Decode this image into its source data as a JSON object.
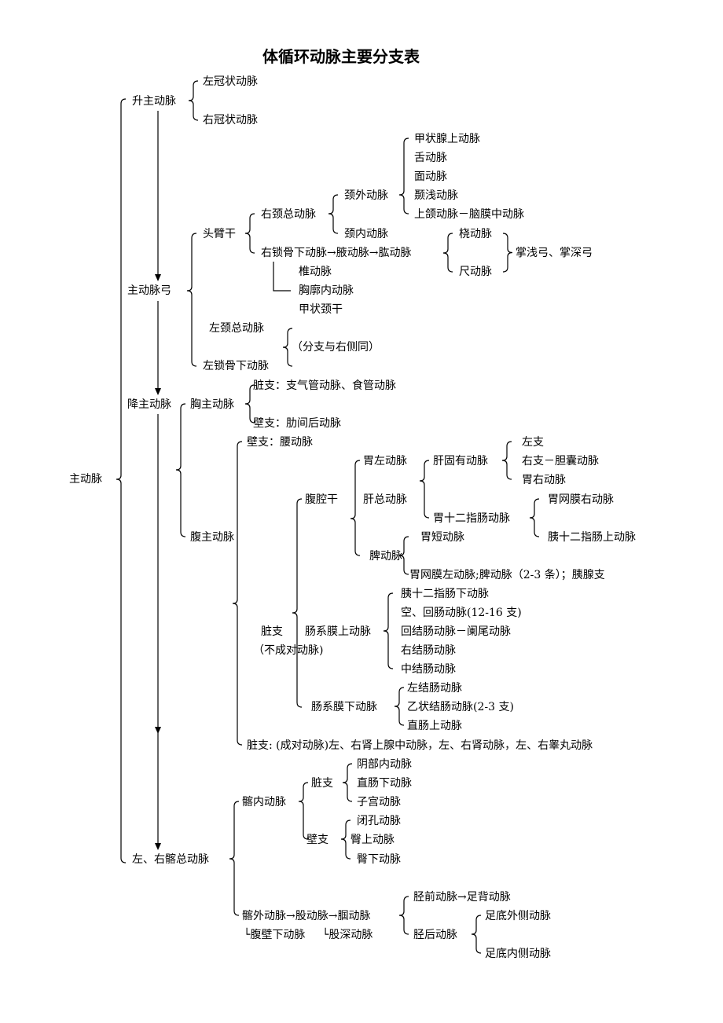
{
  "title": "体循环动脉主要分支表",
  "root": "主动脉",
  "ascending": {
    "label": "升主动脉",
    "branches": [
      "左冠状动脉",
      "右冠状动脉"
    ]
  },
  "arch": {
    "label": "主动脉弓",
    "brachiocephalic": "头臂干",
    "right_common_carotid": "右颈总动脉",
    "external_carotid": "颈外动脉",
    "external_branches": [
      "甲状腺上动脉",
      "舌动脉",
      "面动脉",
      "颞浅动脉",
      "上颌动脉－脑膜中动脉"
    ],
    "internal_carotid": "颈内动脉",
    "subclavian_chain": "右锁骨下动脉→腋动脉→肱动脉",
    "radial": "桡动脉",
    "ulnar": "尺动脉",
    "palmar": "掌浅弓、掌深弓",
    "subclavian_branches": [
      "椎动脉",
      "胸廓内动脉",
      "甲状颈干"
    ],
    "left_common_carotid": "左颈总动脉",
    "left_subclavian": "左锁骨下动脉",
    "same_as_right": "（分支与右侧同）"
  },
  "descending": {
    "label": "降主动脉",
    "thoracic": "胸主动脉",
    "thoracic_visceral": "脏支：支气管动脉、食管动脉",
    "thoracic_parietal": "壁支：肋间后动脉",
    "abdominal": "腹主动脉",
    "abdominal_parietal": "壁支：腰动脉",
    "celiac": "腹腔干",
    "left_gastric": "胃左动脉",
    "common_hepatic": "肝总动脉",
    "proper_hepatic": "肝固有动脉",
    "proper_hepatic_branches": [
      "左支",
      "右支－胆囊动脉",
      "胃右动脉"
    ],
    "gastroduodenal": "胃十二指肠动脉",
    "gastroduodenal_branches": [
      "胃网膜右动脉",
      "胰十二指肠上动脉"
    ],
    "splenic": "脾动脉",
    "short_gastric": "胃短动脉",
    "splenic_branches_line": "胃网膜左动脉;脾动脉（2-3 条）；胰腺支",
    "unpaired_visceral": "脏支",
    "unpaired_note": "（不成对动脉)",
    "sma": "肠系膜上动脉",
    "sma_branches": [
      "胰十二指肠下动脉",
      "空、回肠动脉(12-16 支)",
      "回结肠动脉－阑尾动脉",
      "右结肠动脉",
      "中结肠动脉"
    ],
    "ima": "肠系膜下动脉",
    "ima_branches": [
      "左结肠动脉",
      "乙状结肠动脉(2-3 支)",
      "直肠上动脉"
    ],
    "paired_visceral": "脏支: (成对动脉)左、右肾上腺中动脉，左、右肾动脉，左、右睾丸动脉"
  },
  "iliac": {
    "label": "左、右髂总动脉",
    "internal": "髂内动脉",
    "internal_visceral": "脏支",
    "internal_visceral_branches": [
      "阴部内动脉",
      "直肠下动脉",
      "子宫动脉"
    ],
    "internal_parietal": "壁支",
    "internal_parietal_branches": [
      "闭孔动脉",
      "臀上动脉",
      "臀下动脉"
    ],
    "external_chain": "髂外动脉→股动脉→腘动脉",
    "inferior_epigastric": "└腹壁下动脉",
    "deep_femoral": "└股深动脉",
    "anterior_tibial": "胫前动脉→足背动脉",
    "posterior_tibial": "胫后动脉",
    "plantar": [
      "足底外侧动脉",
      "足底内侧动脉"
    ]
  }
}
